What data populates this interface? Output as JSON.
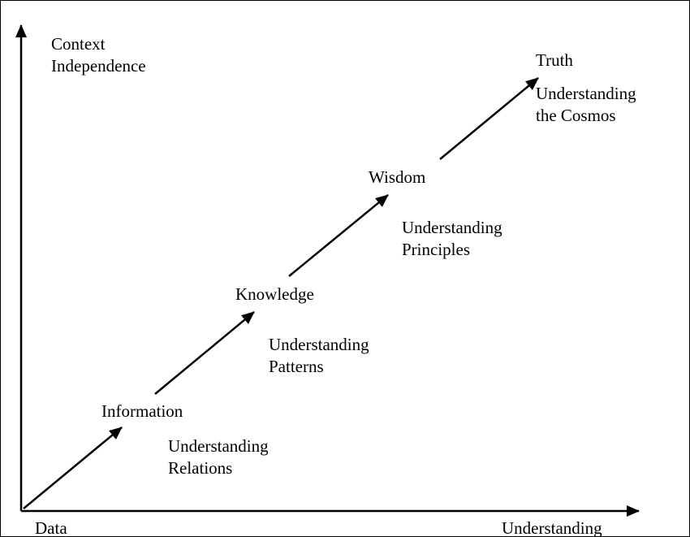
{
  "axes": {
    "y_label": [
      "Context",
      "Independence"
    ],
    "x_label": "Understanding",
    "origin_label": "Data"
  },
  "stages": [
    {
      "name": "Information",
      "description": [
        "Understanding",
        "Relations"
      ]
    },
    {
      "name": "Knowledge",
      "description": [
        "Understanding",
        "Patterns"
      ]
    },
    {
      "name": "Wisdom",
      "description": [
        "Understanding",
        "Principles"
      ]
    },
    {
      "name": "Truth",
      "description": [
        "Understanding",
        "the Cosmos"
      ]
    }
  ],
  "colors": {
    "ink": "#000000",
    "background": "#ffffff"
  }
}
